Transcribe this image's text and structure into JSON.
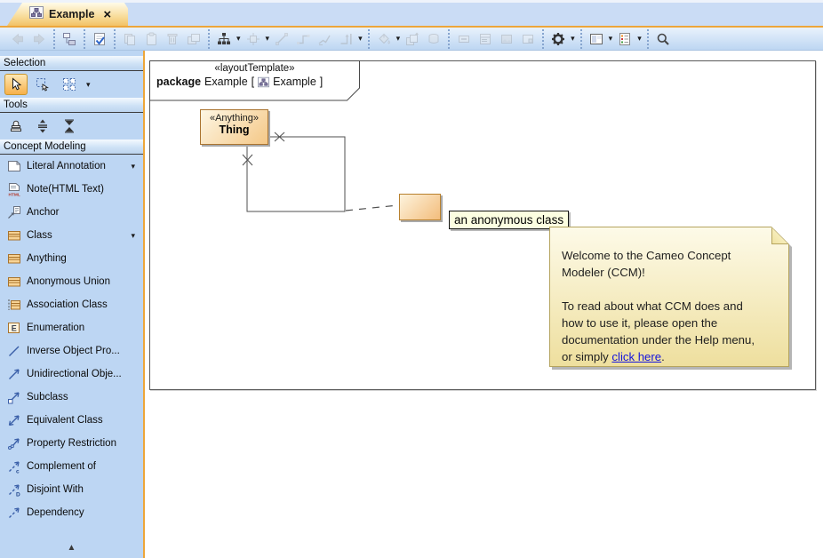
{
  "window": {
    "tab_label": "Example",
    "tab_close": "×"
  },
  "ui": {
    "caret_down": "▾"
  },
  "toolbar": {
    "groups": [
      {
        "buttons": [
          {
            "icon": "back",
            "disabled": true
          },
          {
            "icon": "forward",
            "disabled": true
          }
        ]
      },
      {
        "buttons": [
          {
            "icon": "containment-tree"
          }
        ]
      },
      {
        "buttons": [
          {
            "icon": "validate-diagram"
          }
        ]
      },
      {
        "buttons": [
          {
            "icon": "copy",
            "disabled": true
          },
          {
            "icon": "paste",
            "disabled": true
          },
          {
            "icon": "delete",
            "disabled": true
          },
          {
            "icon": "layers",
            "disabled": true
          }
        ]
      },
      {
        "buttons": [
          {
            "icon": "layout-tree",
            "caret": true
          },
          {
            "icon": "align",
            "disabled": true,
            "caret": true
          },
          {
            "icon": "draw-line",
            "disabled": true
          },
          {
            "icon": "draw-polyline",
            "disabled": true
          },
          {
            "icon": "draw-oblique",
            "disabled": true
          },
          {
            "icon": "draw-orthogonal",
            "disabled": true,
            "caret": true
          }
        ]
      },
      {
        "buttons": [
          {
            "icon": "fill-color",
            "disabled": true,
            "caret": true
          },
          {
            "icon": "to-front",
            "disabled": true
          },
          {
            "icon": "paint",
            "disabled": true
          }
        ]
      },
      {
        "buttons": [
          {
            "icon": "collapse",
            "disabled": true
          },
          {
            "icon": "compartments",
            "disabled": true
          },
          {
            "icon": "image-shape",
            "disabled": true
          },
          {
            "icon": "show-window",
            "disabled": true
          }
        ]
      },
      {
        "buttons": [
          {
            "icon": "gear",
            "caret": true
          }
        ]
      },
      {
        "buttons": [
          {
            "icon": "diagram-windows",
            "caret": true
          },
          {
            "icon": "legend",
            "caret": true
          }
        ]
      },
      {
        "buttons": [
          {
            "icon": "search"
          }
        ]
      }
    ]
  },
  "sidebar": {
    "sections": [
      {
        "title": "Selection",
        "tools": [
          {
            "icon": "cursor",
            "selected": true
          },
          {
            "icon": "marquee-select"
          },
          {
            "icon": "multi-select",
            "caret": true
          }
        ]
      },
      {
        "title": "Tools",
        "tools": [
          {
            "icon": "stamp"
          },
          {
            "icon": "vertical-distribute"
          },
          {
            "icon": "vertical-compress"
          }
        ]
      },
      {
        "title": "Concept Modeling",
        "items": [
          {
            "icon": "literal-annotation",
            "label": "Literal Annotation",
            "caret": true
          },
          {
            "icon": "note-html",
            "label": "Note(HTML Text)"
          },
          {
            "icon": "anchor",
            "label": "Anchor"
          },
          {
            "icon": "class",
            "label": "Class",
            "caret": true
          },
          {
            "icon": "class",
            "label": "Anything"
          },
          {
            "icon": "class",
            "label": "Anonymous Union"
          },
          {
            "icon": "association-class",
            "label": "Association Class"
          },
          {
            "icon": "enumeration",
            "label": "Enumeration"
          },
          {
            "icon": "line-plain",
            "label": "Inverse Object Pro..."
          },
          {
            "icon": "arrow-solid",
            "label": "Unidirectional Obje..."
          },
          {
            "icon": "arrow-subclass",
            "label": "Subclass"
          },
          {
            "icon": "arrow-equivalent",
            "label": "Equivalent Class"
          },
          {
            "icon": "arrow-restriction",
            "label": "Property Restriction"
          },
          {
            "icon": "arrow-complement",
            "label": "Complement of"
          },
          {
            "icon": "arrow-disjoint",
            "label": "Disjoint With"
          },
          {
            "icon": "arrow-dependency",
            "label": "Dependency"
          }
        ]
      }
    ],
    "scroll_up": "▲"
  },
  "diagram": {
    "header": {
      "stereotype": "«layoutTemplate»",
      "keyword": "package",
      "name": "Example",
      "open_bracket": "[",
      "diagram_name": "Example",
      "close_bracket": "]"
    },
    "thing": {
      "stereotype": "«Anything»",
      "name": "Thing"
    },
    "anon_label": "an anonymous class",
    "note": {
      "lines": [
        "Welcome to the Cameo Concept",
        "Modeler (CCM)!",
        "",
        "To read about what CCM does and",
        "how to use it, please open the",
        "documentation under the Help menu,"
      ],
      "last_line_prefix": "or simply ",
      "link_text": "click here",
      "last_line_suffix": "."
    }
  },
  "colors": {
    "accent_orange": "#eda63a",
    "tab_gradient_bottom": "#f2c267",
    "toolbar_blue": "#bdd6f2",
    "sidebar_blue": "#bdd6f3",
    "selected_tool": "#f7b04a",
    "class_fill": "#f5c887",
    "class_border": "#aa7430",
    "note_fill": "#fdfae8",
    "note_border": "#b5a45e",
    "link_blue": "#1414dd"
  }
}
